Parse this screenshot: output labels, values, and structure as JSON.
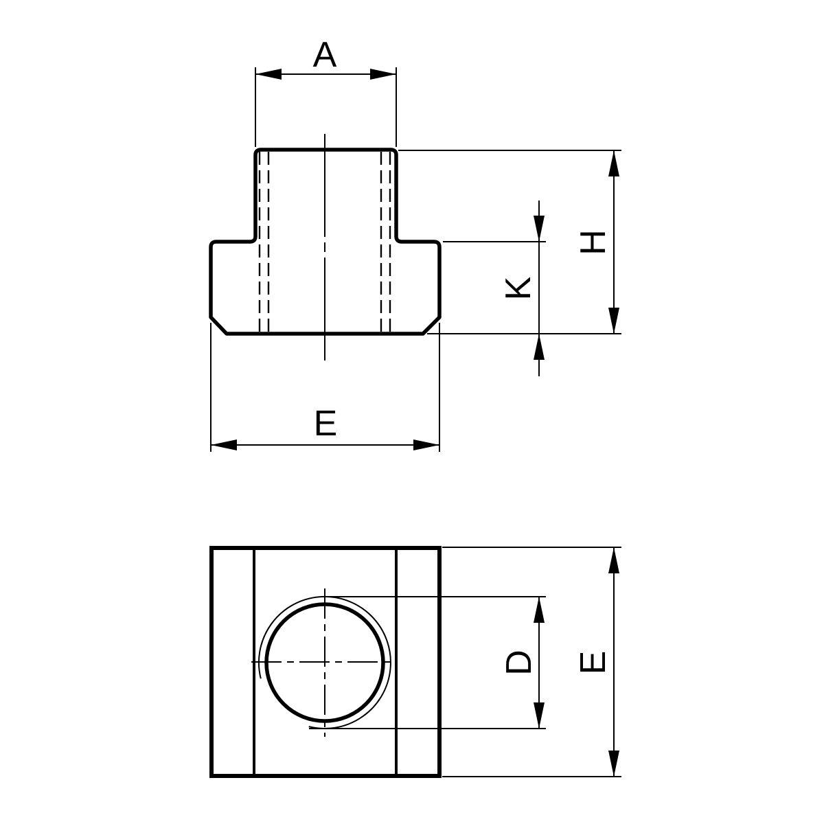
{
  "colors": {
    "background": "#ffffff",
    "line": "#000000"
  },
  "front_view": {
    "dim_stem_width_label": "A",
    "dim_total_height_label": "H",
    "dim_base_height_label": "K",
    "dim_base_width_label": "E"
  },
  "plan_view": {
    "dim_hole_diameter_label": "D",
    "dim_overall_width_label": "E"
  }
}
